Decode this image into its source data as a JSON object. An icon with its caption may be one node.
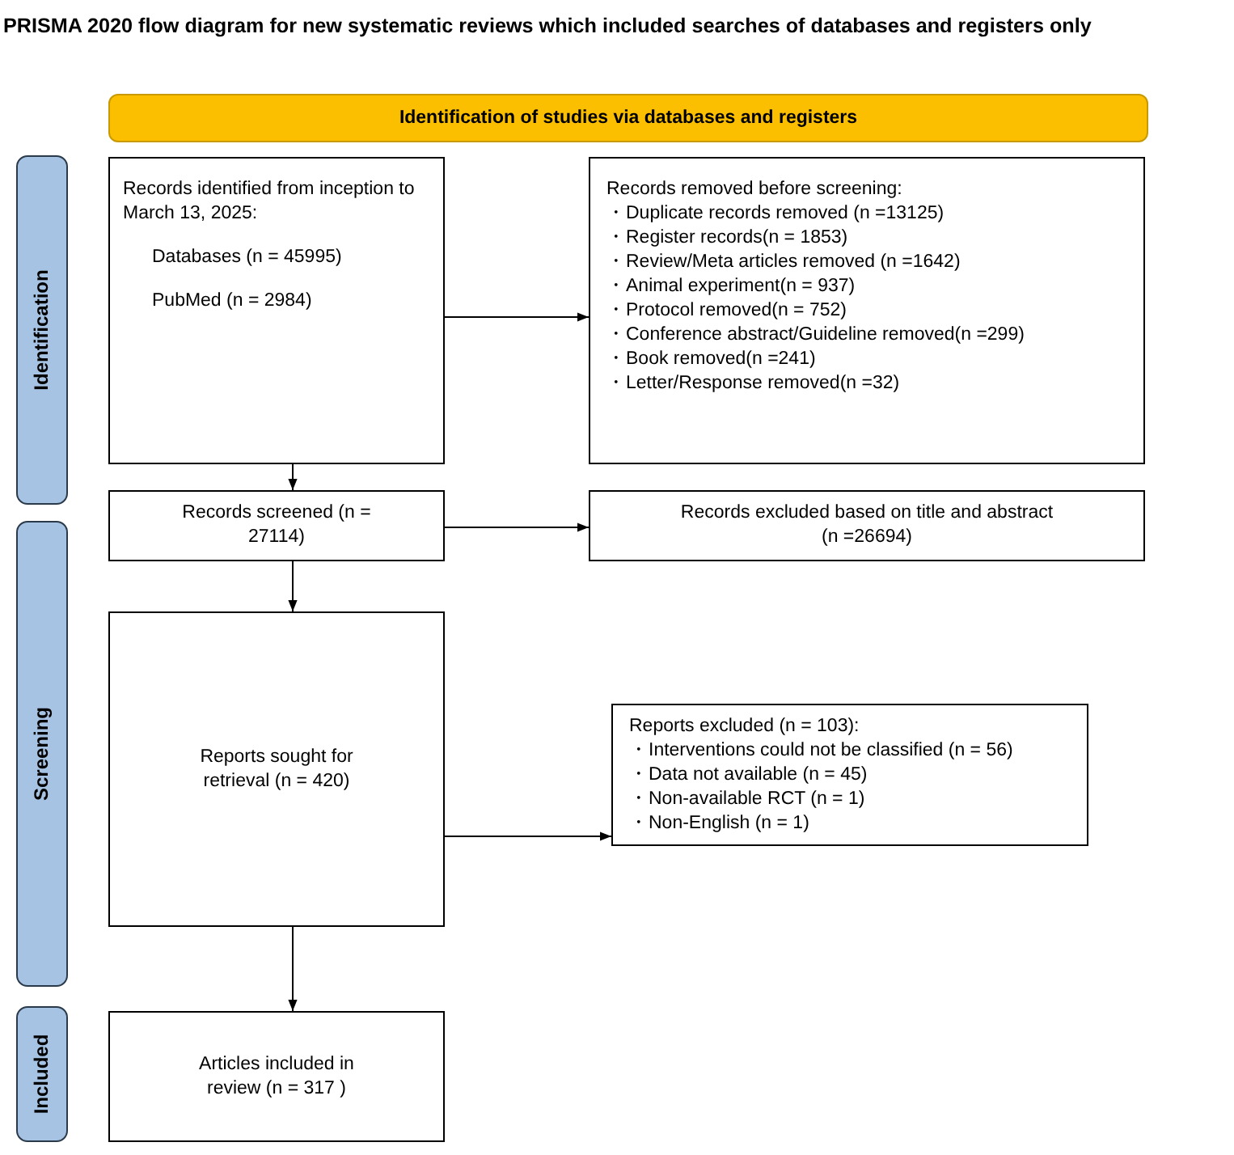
{
  "diagram": {
    "title": "PRISMA 2020 flow diagram for new systematic reviews which included searches of databases and registers only",
    "nodes": [
      {
        "text": [
          "Identification of studies via databases and registers"
        ]
      },
      {
        "text": [
          "Identification"
        ]
      },
      {
        "text": [
          "Records identified from inception to March 13, 2025:",
          "Databases (n = 45995)",
          "PubMed (n = 2984)"
        ]
      },
      {
        "text": [
          "Records removed before screening:",
          "・Duplicate records removed  (n =13125)",
          "・Register records(n = 1853)",
          "・Review/Meta articles removed (n =1642)",
          "・Animal experiment(n = 937)",
          "・Protocol removed(n = 752)",
          "・Conference abstract/Guideline removed(n =299)",
          "・Book removed(n =241)",
          "・Letter/Response removed(n =32)"
        ]
      },
      {
        "text": [
          "Screening"
        ]
      },
      {
        "text": [
          "Records screened (n = 27114)"
        ]
      },
      {
        "text": [
          "Records excluded based on title and abstract (n =26694)"
        ]
      },
      {
        "text": [
          "Reports sought for retrieval (n = 420)"
        ]
      },
      {
        "text": [
          "Reports excluded (n = 103):",
          "・Interventions could not be classified (n = 56)",
          "・Data not available (n = 45)",
          "・Non-available RCT (n = 1)",
          "・Non-English (n = 1)"
        ]
      },
      {
        "text": [
          "Included"
        ]
      },
      {
        "text": [
          "Articles included in review (n = 317 )"
        ]
      }
    ],
    "edges": [
      {
        "from": 2,
        "to": 3,
        "arrow": "to"
      },
      {
        "from": 2,
        "to": 5,
        "arrow": "to"
      },
      {
        "from": 5,
        "to": 6,
        "arrow": "to"
      },
      {
        "from": 5,
        "to": 7,
        "arrow": "to"
      },
      {
        "from": 7,
        "to": 8,
        "arrow": "to"
      },
      {
        "from": 7,
        "to": 10,
        "arrow": "to"
      }
    ]
  }
}
